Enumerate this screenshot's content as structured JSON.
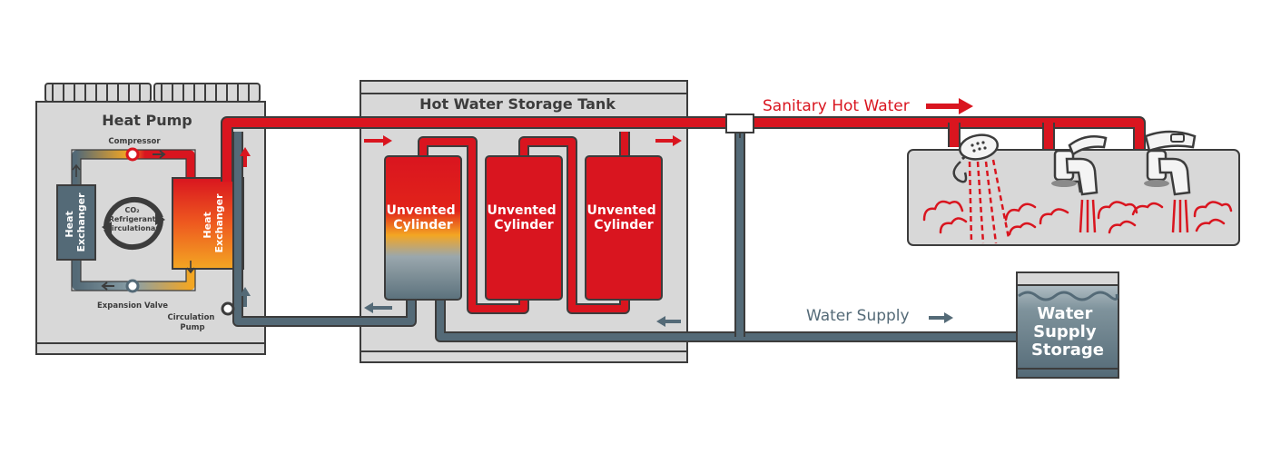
{
  "heat_pump": {
    "title": "Heat Pump",
    "compressor": "Compressor",
    "expansion_valve": "Expansion Valve",
    "circulation_pump": [
      "Circulation",
      "Pump"
    ],
    "heat_exchanger_left": [
      "Heat",
      "Exchanger"
    ],
    "heat_exchanger_right": [
      "Heat",
      "Exchanger"
    ],
    "refrigerant_cycle": [
      "CO₂",
      "Refrigerant",
      "Circulationan"
    ]
  },
  "storage_tank": {
    "title": "Hot Water Storage Tank",
    "cylinders": [
      [
        "Unvented",
        "Cylinder"
      ],
      [
        "Unvented",
        "Cylinder"
      ],
      [
        "Unvented",
        "Cylinder"
      ]
    ]
  },
  "flows": {
    "hot_water": "Sanitary Hot Water",
    "water_supply": "Water Supply"
  },
  "supply_storage": {
    "title": [
      "Water",
      "Supply",
      "Storage"
    ]
  },
  "colors": {
    "hot": "#d9151f",
    "cold": "#546a77",
    "outline": "#3c3c3c",
    "panel": "#d8d8d8",
    "warm": "#f3a623"
  }
}
